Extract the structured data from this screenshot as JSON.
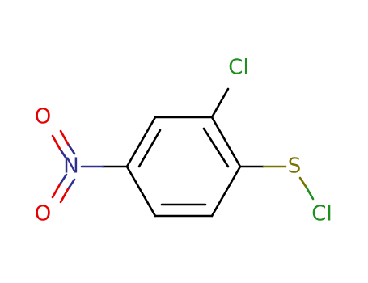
{
  "molecule": {
    "atoms": {
      "cl_top": "Cl",
      "s": "S",
      "cl_right": "Cl",
      "n": "N",
      "o_top": "O",
      "o_bottom": "O"
    }
  },
  "colors": {
    "bond": "#000000",
    "chlorine": "#1f8f1f",
    "sulfur": "#7a7300",
    "nitrogen": "#2f2f8f",
    "oxygen": "#e60000"
  }
}
